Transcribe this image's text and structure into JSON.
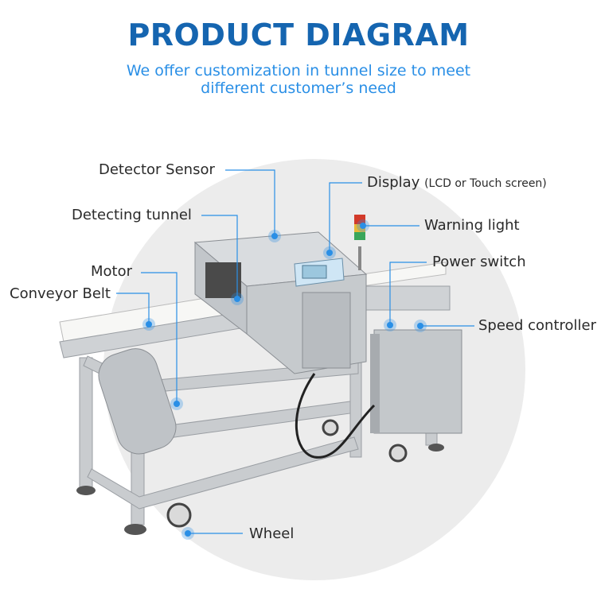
{
  "header": {
    "title": "PRODUCT DIAGRAM",
    "subtitle_line1": "We offer customization in tunnel size to meet",
    "subtitle_line2": "different customer’s need"
  },
  "labels": {
    "detector_sensor": "Detector Sensor",
    "display": "Display",
    "display_note": "(LCD or Touch screen)",
    "detecting_tunnel": "Detecting tunnel",
    "warning_light": "Warning light",
    "motor": "Motor",
    "power_switch": "Power switch",
    "conveyor_belt": "Conveyor Belt",
    "speed_controller": "Speed controller",
    "wheel": "Wheel"
  },
  "colors": {
    "title": "#1565b0",
    "subtitle": "#2a8fe6",
    "leader": "#2a8fe6",
    "circle": "#ececec"
  }
}
